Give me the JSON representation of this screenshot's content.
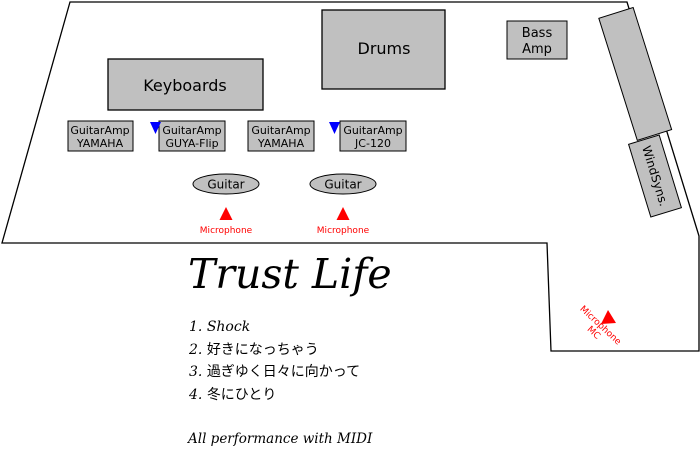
{
  "stage": {
    "drums": "Drums",
    "bass_amp": [
      "Bass",
      "Amp"
    ],
    "keyboards": "Keyboards",
    "guitar_amps": [
      [
        "GuitarAmp",
        "YAMAHA"
      ],
      [
        "GuitarAmp",
        "GUYA-Flip"
      ],
      [
        "GuitarAmp",
        "YAMAHA"
      ],
      [
        "GuitarAmp",
        "JC-120"
      ]
    ],
    "guitars": [
      "Guitar",
      "Guitar"
    ],
    "microphones": [
      "Microphone",
      "Microphone"
    ],
    "mc_microphone": [
      "Microphone",
      "MC"
    ],
    "wind_synth": "WindSyns."
  },
  "title": "Trust Life",
  "setlist": [
    {
      "num": "1.",
      "song": "Shock",
      "latin": true
    },
    {
      "num": "2.",
      "song": "好きになっちゃう",
      "latin": false
    },
    {
      "num": "3.",
      "song": "過ぎゆく日々に向かって",
      "latin": false
    },
    {
      "num": "4.",
      "song": "冬にひとり",
      "latin": false
    }
  ],
  "note": "All performance with MIDI",
  "colors": {
    "equipment": "#c0c0c0",
    "outline": "#000000",
    "mic_marker": "#ff0000",
    "amp_marker": "#0000ff"
  }
}
